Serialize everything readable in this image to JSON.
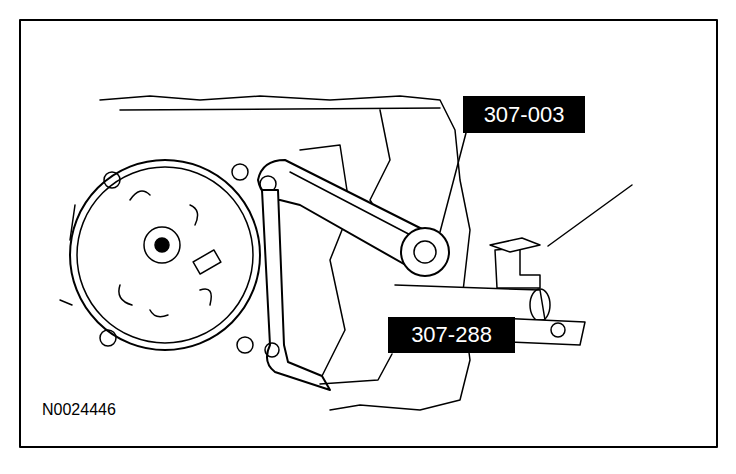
{
  "diagram": {
    "nodes": [
      {
        "text": [
          "307-003"
        ]
      },
      {
        "text": [
          "307-288"
        ]
      }
    ],
    "labels": [
      "N0024446"
    ]
  }
}
